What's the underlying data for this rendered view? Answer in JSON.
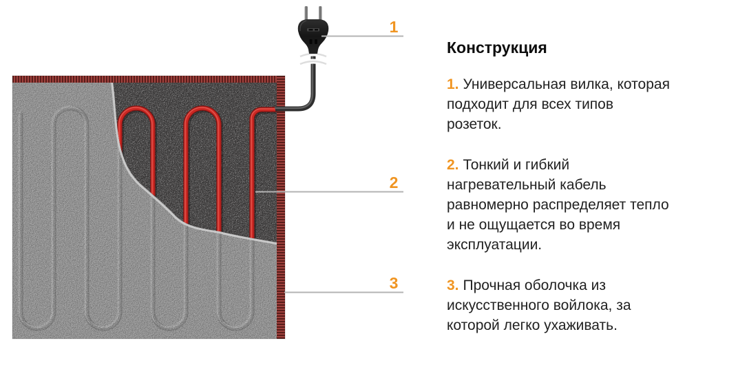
{
  "figure": {
    "callouts": {
      "c1": "1",
      "c2": "2",
      "c3": "3"
    },
    "parts": {
      "plug": "universal-plug",
      "cable": "heating-cable",
      "shell": "felt-shell"
    }
  },
  "panel": {
    "title": "Конструкция",
    "items": [
      {
        "num": "1.",
        "lines": [
          "Универсальная вилка, которая",
          "подходит для всех типов",
          "розеток."
        ]
      },
      {
        "num": "2.",
        "lines": [
          "Тонкий и гибкий",
          "нагревательный кабель",
          "равномерно распределяет тепло",
          "и не ощущается во время",
          "эксплуатации."
        ]
      },
      {
        "num": "3.",
        "lines": [
          "Прочная оболочка из",
          "искусственного войлока, за",
          "которой легко ухаживать."
        ]
      }
    ]
  },
  "colors": {
    "accent_orange": "#F09522",
    "cable_red": "#CC2823",
    "felt_light": "#A6A6A6",
    "felt_dark": "#4D4B4B",
    "stitch_red": "#A84743",
    "text": "#212121"
  }
}
